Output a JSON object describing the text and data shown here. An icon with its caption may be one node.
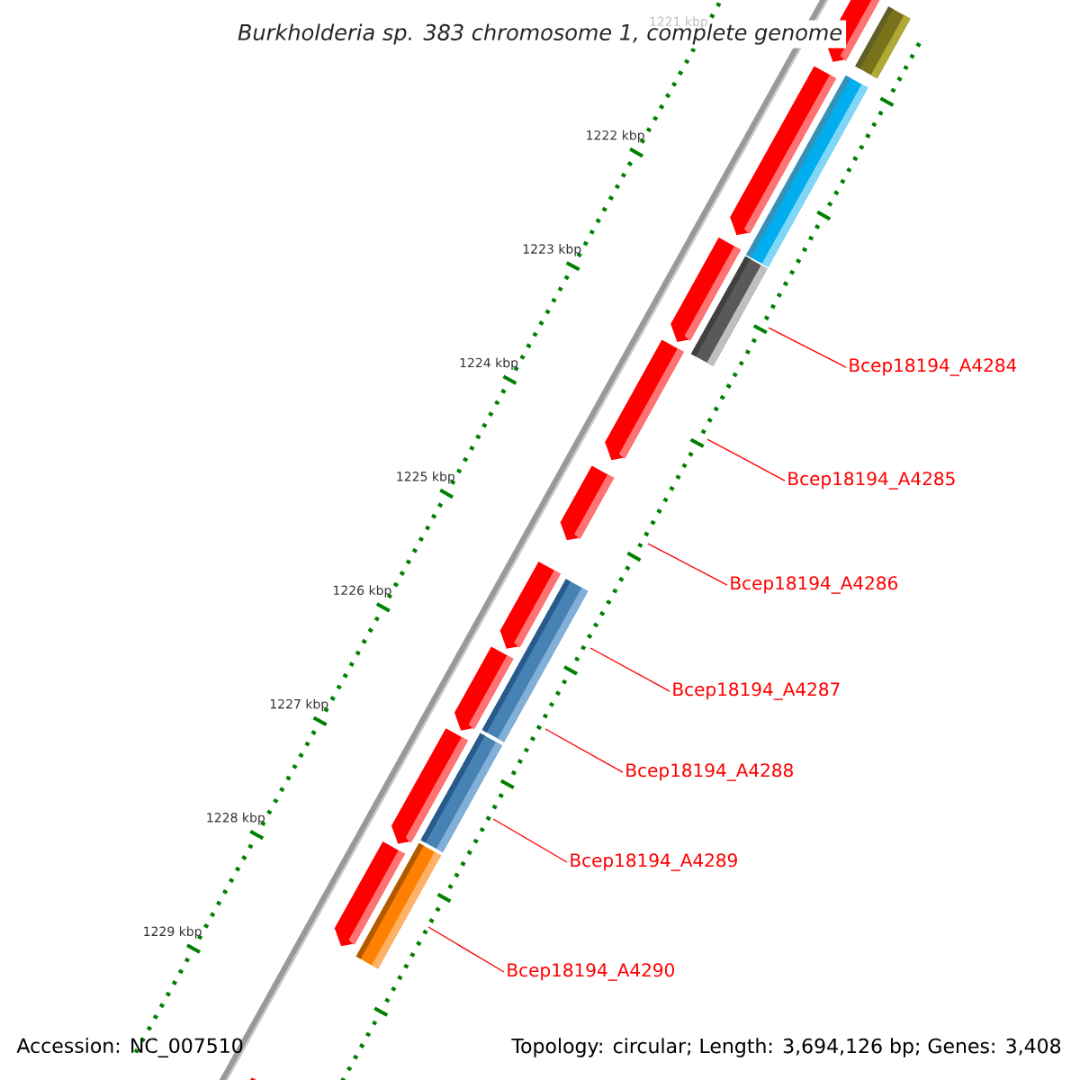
{
  "diagram": {
    "title": "Burkholderia sp. 383 chromosome 1, complete genome",
    "nodes": [
      {
        "text": [
          "Bcep18194_A4284"
        ]
      },
      {
        "text": [
          "Bcep18194_A4285"
        ]
      },
      {
        "text": [
          "Bcep18194_A4286"
        ]
      },
      {
        "text": [
          "Bcep18194_A4287"
        ]
      },
      {
        "text": [
          "Bcep18194_A4288"
        ]
      },
      {
        "text": [
          "Bcep18194_A4289"
        ]
      },
      {
        "text": [
          "Bcep18194_A4290"
        ]
      }
    ],
    "edges": [
      {
        "from": 0,
        "to": null,
        "arrow": "none"
      },
      {
        "from": 1,
        "to": null,
        "arrow": "none"
      },
      {
        "from": 2,
        "to": null,
        "arrow": "none"
      },
      {
        "from": 3,
        "to": null,
        "arrow": "none"
      },
      {
        "from": 4,
        "to": null,
        "arrow": "none"
      },
      {
        "from": 5,
        "to": null,
        "arrow": "none"
      },
      {
        "from": 6,
        "to": null,
        "arrow": "none"
      }
    ],
    "labels": [
      "1221 kbp",
      "1222 kbp",
      "1223 kbp",
      "1224 kbp",
      "1225 kbp",
      "1226 kbp",
      "1227 kbp",
      "1228 kbp",
      "1229 kbp",
      "Accession: NC_007510",
      "Topology: circular; Length: 3,694,126 bp; Genes: 3,408"
    ]
  }
}
